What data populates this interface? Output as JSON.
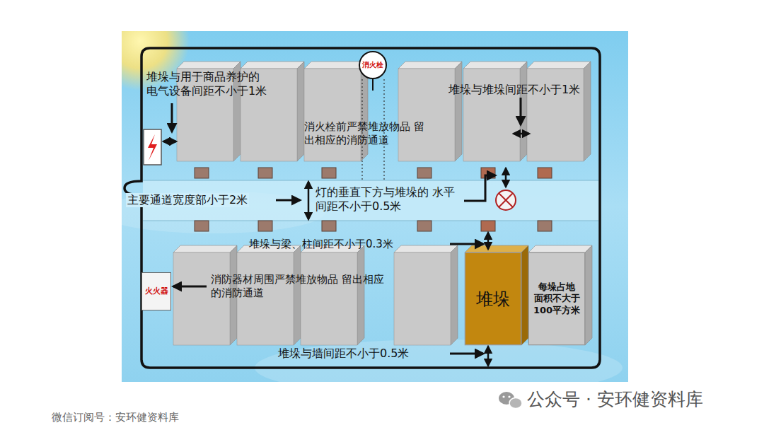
{
  "diagram": {
    "nodes": [
      {
        "text": [
          "消火栓"
        ]
      },
      {
        "text": [
          "火火器"
        ]
      },
      {
        "text": [
          "堆垛"
        ]
      },
      {
        "text": [
          "每垛占地 面积不大于 100平方米"
        ]
      }
    ],
    "labels": [
      "堆垛与用于商品养护的 电气设备间距不小于1米",
      "堆垛与堆垛间距不小于1米",
      "消火栓前严禁堆放物品 留出相应的消防通道",
      "主要通道宽度部小于2米",
      "灯的垂直下方与堆垛的 水平间距不小于0.5米",
      "堆垛与梁、柱间距不小于0.3米",
      "消防器材周围严禁堆放物品 留出相应的消防通道",
      "堆垛与墙间距不小于0.5米",
      "公众号 · 安环健资料库",
      "微信订阅号：安环健资料库"
    ]
  }
}
